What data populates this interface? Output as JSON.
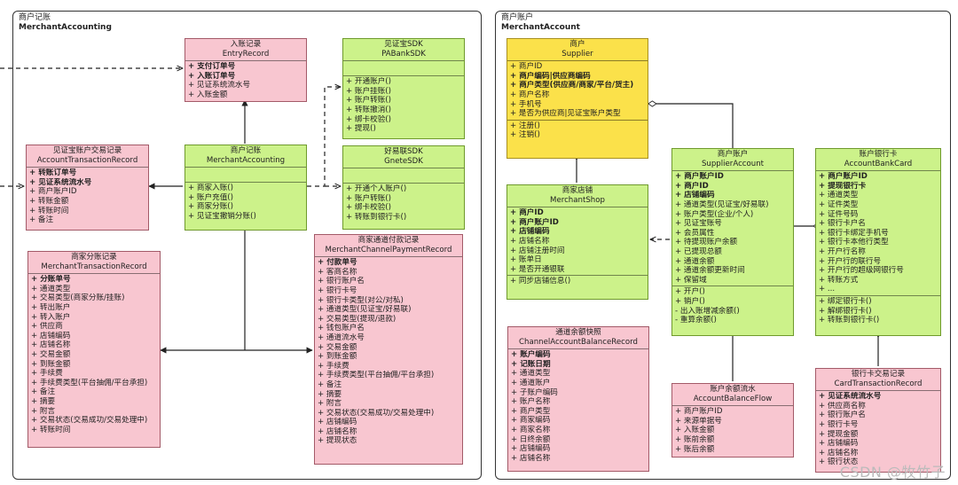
{
  "packages": [
    {
      "title": "商户记账",
      "subtitle": "MerchantAccounting"
    },
    {
      "title": "商户账户",
      "subtitle": "MerchantAccount"
    }
  ],
  "classes": [
    {
      "id": "entry",
      "cn": "入账记录",
      "en": "EntryRecord",
      "attrs": [
        {
          "t": "+ 支付订单号",
          "b": true
        },
        {
          "t": "+ 入账订单号",
          "b": true
        },
        {
          "t": "+ 见证系统流水号"
        },
        {
          "t": "+ 入账金额"
        }
      ],
      "methods": []
    },
    {
      "id": "pabank",
      "cn": "见证宝SDK",
      "en": "PABankSDK",
      "attrs": [],
      "methods": [
        {
          "t": "+ 开通账户()"
        },
        {
          "t": "+ 账户挂账()"
        },
        {
          "t": "+ 账户转账()"
        },
        {
          "t": "+ 转账撤消()"
        },
        {
          "t": "+ 绑卡校验()"
        },
        {
          "t": "+ 提现()"
        }
      ]
    },
    {
      "id": "gnete",
      "cn": "好易联SDK",
      "en": "GneteSDK",
      "attrs": [],
      "methods": [
        {
          "t": "+ 开通个人账户()"
        },
        {
          "t": "+ 账户转账()"
        },
        {
          "t": "+ 绑卡校验()"
        },
        {
          "t": "+ 转账到银行卡()"
        }
      ]
    },
    {
      "id": "acctTx",
      "cn": "见证宝账户交易记录",
      "en": "AccountTransactionRecord",
      "attrs": [
        {
          "t": "+ 转账订单号",
          "b": true
        },
        {
          "t": "+ 见证系统流水号",
          "b": true
        },
        {
          "t": "+ 商户账户ID"
        },
        {
          "t": "+ 转账金额"
        },
        {
          "t": "+ 转账时间"
        },
        {
          "t": "+ 备注"
        }
      ],
      "methods": []
    },
    {
      "id": "macc",
      "cn": "商户记账",
      "en": "MerchantAccounting",
      "attrs": [],
      "methods": [
        {
          "t": "+ 商家入账()"
        },
        {
          "t": "+ 账户充值()"
        },
        {
          "t": "+ 商家分账()"
        },
        {
          "t": "+ 见证宝撤销分账()"
        }
      ]
    },
    {
      "id": "mtr",
      "cn": "商家分账记录",
      "en": "MerchantTransactionRecord",
      "attrs": [
        {
          "t": "+ 分账单号",
          "b": true
        },
        {
          "t": "+ 通道类型"
        },
        {
          "t": "+ 交易类型(商家分账/挂账)"
        },
        {
          "t": "+ 转出账户"
        },
        {
          "t": "+ 转入账户"
        },
        {
          "t": "+ 供应商"
        },
        {
          "t": "+ 店铺编码"
        },
        {
          "t": "+ 店铺名称"
        },
        {
          "t": "+ 交易金额"
        },
        {
          "t": "+ 到账金额"
        },
        {
          "t": "+ 手续费"
        },
        {
          "t": "+ 手续费类型(平台抽佣/平台承担)"
        },
        {
          "t": "+ 备注"
        },
        {
          "t": "+ 摘要"
        },
        {
          "t": "+ 附言"
        },
        {
          "t": "+ 交易状态(交易成功/交易处理中)"
        },
        {
          "t": "+ 转账时间"
        }
      ],
      "methods": []
    },
    {
      "id": "mcpr",
      "cn": "商家通道付款记录",
      "en": "MerchantChannelPaymentRecord",
      "attrs": [
        {
          "t": "+ 付款单号",
          "b": true
        },
        {
          "t": "+ 客商名称"
        },
        {
          "t": "+ 银行账户名"
        },
        {
          "t": "+ 银行卡号"
        },
        {
          "t": "+ 银行卡类型(对公/对私)"
        },
        {
          "t": "+ 通道类型(见证宝/好易联)"
        },
        {
          "t": "+ 交易类型(提现/退款)"
        },
        {
          "t": "+ 钱包账户名"
        },
        {
          "t": "+ 通道流水号"
        },
        {
          "t": "+ 交易金额"
        },
        {
          "t": "+ 到账金额"
        },
        {
          "t": "+ 手续费"
        },
        {
          "t": "+ 手续费类型(平台抽佣/平台承担)"
        },
        {
          "t": "+ 备注"
        },
        {
          "t": "+ 摘要"
        },
        {
          "t": "+ 附言"
        },
        {
          "t": "+ 交易状态(交易成功/交易处理中)"
        },
        {
          "t": "+ 店铺编码"
        },
        {
          "t": "+ 店铺名称"
        },
        {
          "t": "+ 提现状态"
        }
      ],
      "methods": []
    },
    {
      "id": "supplier",
      "cn": "商户",
      "en": "Supplier",
      "attrs": [
        {
          "t": "+ 商户ID"
        },
        {
          "t": "+ 商户编码|供应商编码",
          "b": true
        },
        {
          "t": "+ 商户类型(供应商/商家/平台/货主)",
          "b": true,
          "wrap": true
        },
        {
          "t": "+ 商户名称"
        },
        {
          "t": "+ 手机号"
        },
        {
          "t": "+ 是否为供应商|见证宝账户类型"
        }
      ],
      "methods": [
        {
          "t": "+ 注册()"
        },
        {
          "t": "+ 注销()"
        }
      ]
    },
    {
      "id": "shop",
      "cn": "商家店铺",
      "en": "MerchantShop",
      "attrs": [
        {
          "t": "+ 商户ID",
          "b": true
        },
        {
          "t": "+ 商户账户ID",
          "b": true
        },
        {
          "t": "+ 店铺编码",
          "b": true
        },
        {
          "t": "+ 店铺名称"
        },
        {
          "t": "+ 店铺注册时间"
        },
        {
          "t": "+ 账单日"
        },
        {
          "t": "+ 是否开通银联"
        }
      ],
      "methods": [
        {
          "t": "+ 同步店铺信息()"
        }
      ]
    },
    {
      "id": "sacc",
      "cn": "商户账户",
      "en": "SupplierAccount",
      "attrs": [
        {
          "t": "+ 商户账户ID",
          "b": true
        },
        {
          "t": "+ 商户ID",
          "b": true
        },
        {
          "t": "+ 店铺编码",
          "b": true
        },
        {
          "t": "+ 通道类型(见证宝/好易联)"
        },
        {
          "t": "+ 账户类型(企业/个人)"
        },
        {
          "t": "+ 见证宝账号"
        },
        {
          "t": "+ 会员属性"
        },
        {
          "t": "+ 待提现账户余额"
        },
        {
          "t": "+ 已提现总额"
        },
        {
          "t": "+ 通道余额"
        },
        {
          "t": "+ 通道余额更新时间"
        },
        {
          "t": "+ 保留域"
        }
      ],
      "methods": [
        {
          "t": "+ 开户()"
        },
        {
          "t": "+ 销户()"
        },
        {
          "t": "- 出入账增减余额()"
        },
        {
          "t": "- 重算余额()"
        }
      ]
    },
    {
      "id": "bank",
      "cn": "账户银行卡",
      "en": "AccountBankCard",
      "attrs": [
        {
          "t": "+ 商户账户ID",
          "b": true
        },
        {
          "t": "+ 提现银行卡",
          "b": true
        },
        {
          "t": "+ 通道类型"
        },
        {
          "t": "+ 证件类型"
        },
        {
          "t": "+ 证件号码"
        },
        {
          "t": "+ 银行卡户名"
        },
        {
          "t": "+ 银行卡绑定手机号"
        },
        {
          "t": "+ 银行卡本他行类型"
        },
        {
          "t": "+ 开户行名称"
        },
        {
          "t": "+ 开户行的联行号"
        },
        {
          "t": "+ 开户行的超级网银行号"
        },
        {
          "t": "+ 转账方式"
        },
        {
          "t": "+ ..."
        }
      ],
      "methods": [
        {
          "t": "+ 绑定银行卡()"
        },
        {
          "t": "+ 解绑银行卡()"
        },
        {
          "t": "+ 转账到银行卡()"
        }
      ]
    },
    {
      "id": "cabr",
      "cn": "通道余额快照",
      "en": "ChannelAccountBalanceRecord",
      "attrs": [
        {
          "t": "+ 账户编码",
          "b": true
        },
        {
          "t": "+ 记账日期",
          "b": true
        },
        {
          "t": "+ 通道类型"
        },
        {
          "t": "+ 通道账户"
        },
        {
          "t": "+ 子账户编码"
        },
        {
          "t": "+ 账户名称"
        },
        {
          "t": "+ 商户类型"
        },
        {
          "t": "+ 商家编码"
        },
        {
          "t": "+ 商家名称"
        },
        {
          "t": "+ 日终余额"
        },
        {
          "t": "+ 店铺编码"
        },
        {
          "t": "+ 店铺名称"
        }
      ],
      "methods": []
    },
    {
      "id": "abf",
      "cn": "账户余额流水",
      "en": "AccountBalanceFlow",
      "attrs": [
        {
          "t": "+ 商户账户ID"
        },
        {
          "t": "+ 来源单据号"
        },
        {
          "t": "+ 入账金额"
        },
        {
          "t": "+ 账前余额"
        },
        {
          "t": "+ 账后余额"
        }
      ],
      "methods": []
    },
    {
      "id": "ctr",
      "cn": "银行卡交易记录",
      "en": "CardTransactionRecord",
      "attrs": [
        {
          "t": "+ 见证系统流水号",
          "b": true
        },
        {
          "t": "+ 供应商名称"
        },
        {
          "t": "+ 银行账户名"
        },
        {
          "t": "+ 银行卡号"
        },
        {
          "t": "+ 提现金额"
        },
        {
          "t": "+ 店铺编码"
        },
        {
          "t": "+ 店铺名称"
        },
        {
          "t": "+ 银行状态"
        }
      ],
      "methods": []
    }
  ],
  "watermark": "CSDN @牧竹子"
}
